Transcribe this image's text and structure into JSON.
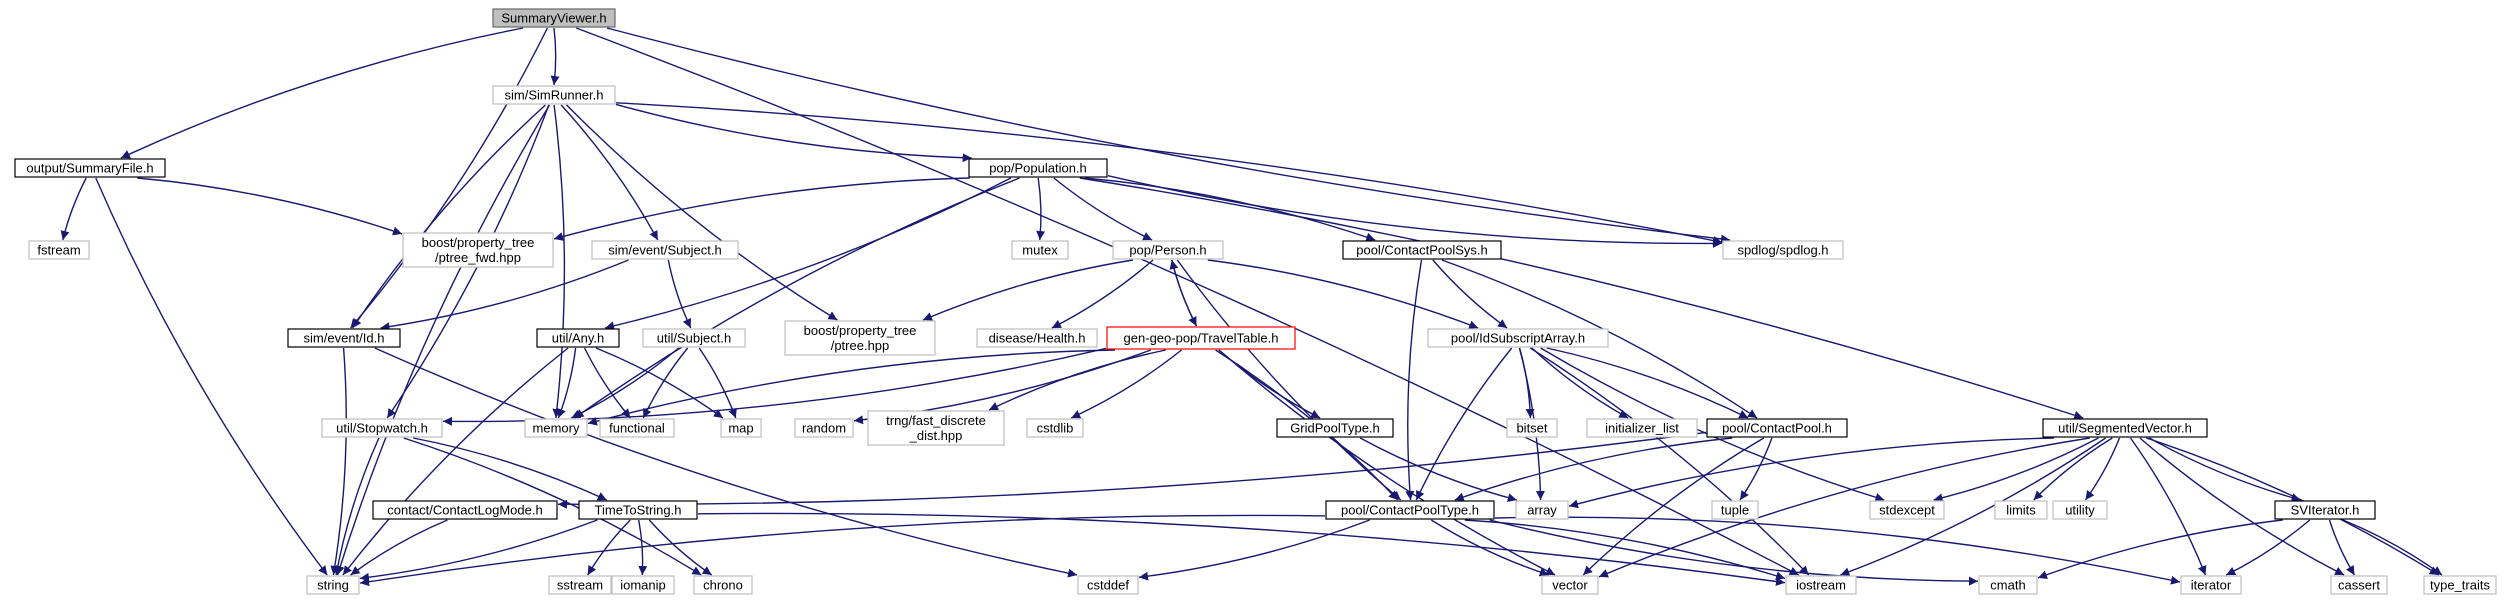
{
  "diagram": {
    "title": "",
    "edge_color": "#191970",
    "colors": {
      "root_fill": "#bfbfbf",
      "documented_border": "#000000",
      "undocumented_border": "#bfbfbf",
      "highlight_border": "#ff0000"
    },
    "nodes": [
      {
        "id": "summary_viewer",
        "label": "SummaryViewer.h",
        "style": "root"
      },
      {
        "id": "sim_runner",
        "label": "sim/SimRunner.h",
        "style": "gray"
      },
      {
        "id": "summary_file",
        "label": "output/SummaryFile.h",
        "style": "black"
      },
      {
        "id": "population",
        "label": "pop/Population.h",
        "style": "black"
      },
      {
        "id": "fstream",
        "label": "fstream",
        "style": "gray"
      },
      {
        "id": "ptree_fwd",
        "label": "boost/property_tree\n/ptree_fwd.hpp",
        "style": "gray"
      },
      {
        "id": "sim_subject",
        "label": "sim/event/Subject.h",
        "style": "gray"
      },
      {
        "id": "mutex",
        "label": "mutex",
        "style": "gray"
      },
      {
        "id": "person",
        "label": "pop/Person.h",
        "style": "gray"
      },
      {
        "id": "cps",
        "label": "pool/ContactPoolSys.h",
        "style": "black"
      },
      {
        "id": "spdlog",
        "label": "spdlog/spdlog.h",
        "style": "gray"
      },
      {
        "id": "sim_id",
        "label": "sim/event/Id.h",
        "style": "black"
      },
      {
        "id": "util_any",
        "label": "util/Any.h",
        "style": "black"
      },
      {
        "id": "util_subject",
        "label": "util/Subject.h",
        "style": "gray"
      },
      {
        "id": "ptree",
        "label": "boost/property_tree\n/ptree.hpp",
        "style": "gray"
      },
      {
        "id": "health",
        "label": "disease/Health.h",
        "style": "gray"
      },
      {
        "id": "travel_table",
        "label": "gen-geo-pop/TravelTable.h",
        "style": "red"
      },
      {
        "id": "idsub",
        "label": "pool/IdSubscriptArray.h",
        "style": "gray"
      },
      {
        "id": "segvec",
        "label": "util/SegmentedVector.h",
        "style": "black"
      },
      {
        "id": "stopwatch",
        "label": "util/Stopwatch.h",
        "style": "gray"
      },
      {
        "id": "memory",
        "label": "memory",
        "style": "gray"
      },
      {
        "id": "functional",
        "label": "functional",
        "style": "gray"
      },
      {
        "id": "map",
        "label": "map",
        "style": "gray"
      },
      {
        "id": "random",
        "label": "random",
        "style": "gray"
      },
      {
        "id": "trng",
        "label": "trng/fast_discrete\n_dist.hpp",
        "style": "gray"
      },
      {
        "id": "cstdlib",
        "label": "cstdlib",
        "style": "gray"
      },
      {
        "id": "gpt",
        "label": "GridPoolType.h",
        "style": "black"
      },
      {
        "id": "bitset",
        "label": "bitset",
        "style": "gray"
      },
      {
        "id": "init_list",
        "label": "initializer_list",
        "style": "gray"
      },
      {
        "id": "contact_pool",
        "label": "pool/ContactPool.h",
        "style": "black"
      },
      {
        "id": "contact_log",
        "label": "contact/ContactLogMode.h",
        "style": "black"
      },
      {
        "id": "tts",
        "label": "TimeToString.h",
        "style": "black"
      },
      {
        "id": "cpt",
        "label": "pool/ContactPoolType.h",
        "style": "black"
      },
      {
        "id": "array",
        "label": "array",
        "style": "gray"
      },
      {
        "id": "tuple",
        "label": "tuple",
        "style": "gray"
      },
      {
        "id": "stdexcept",
        "label": "stdexcept",
        "style": "gray"
      },
      {
        "id": "limits",
        "label": "limits",
        "style": "gray"
      },
      {
        "id": "utility",
        "label": "utility",
        "style": "gray"
      },
      {
        "id": "svit",
        "label": "SVIterator.h",
        "style": "black"
      },
      {
        "id": "string",
        "label": "string",
        "style": "gray"
      },
      {
        "id": "sstream",
        "label": "sstream",
        "style": "gray"
      },
      {
        "id": "iomanip",
        "label": "iomanip",
        "style": "gray"
      },
      {
        "id": "chrono",
        "label": "chrono",
        "style": "gray"
      },
      {
        "id": "cstddef",
        "label": "cstddef",
        "style": "gray"
      },
      {
        "id": "vector",
        "label": "vector",
        "style": "gray"
      },
      {
        "id": "iostream",
        "label": "iostream",
        "style": "gray"
      },
      {
        "id": "cmath",
        "label": "cmath",
        "style": "gray"
      },
      {
        "id": "iterator",
        "label": "iterator",
        "style": "gray"
      },
      {
        "id": "cassert",
        "label": "cassert",
        "style": "gray"
      },
      {
        "id": "type_traits",
        "label": "type_traits",
        "style": "gray"
      }
    ],
    "edges": [
      [
        "summary_viewer",
        "sim_runner"
      ],
      [
        "summary_viewer",
        "summary_file"
      ],
      [
        "summary_viewer",
        "sim_id"
      ],
      [
        "summary_viewer",
        "spdlog"
      ],
      [
        "summary_viewer",
        "iostream"
      ],
      [
        "sim_runner",
        "population"
      ],
      [
        "sim_runner",
        "sim_subject"
      ],
      [
        "sim_runner",
        "sim_id"
      ],
      [
        "sim_runner",
        "memory"
      ],
      [
        "sim_runner",
        "ptree"
      ],
      [
        "sim_runner",
        "stopwatch"
      ],
      [
        "sim_runner",
        "string"
      ],
      [
        "sim_runner",
        "spdlog"
      ],
      [
        "summary_file",
        "fstream"
      ],
      [
        "summary_file",
        "ptree_fwd"
      ],
      [
        "summary_file",
        "string"
      ],
      [
        "population",
        "mutex"
      ],
      [
        "population",
        "person"
      ],
      [
        "population",
        "cps"
      ],
      [
        "population",
        "spdlog"
      ],
      [
        "population",
        "segvec"
      ],
      [
        "population",
        "ptree_fwd"
      ],
      [
        "population",
        "util_any"
      ],
      [
        "population",
        "memory"
      ],
      [
        "sim_subject",
        "sim_id"
      ],
      [
        "sim_subject",
        "util_subject"
      ],
      [
        "sim_id",
        "string"
      ],
      [
        "sim_id",
        "cstddef"
      ],
      [
        "util_any",
        "memory"
      ],
      [
        "util_any",
        "functional"
      ],
      [
        "util_any",
        "map"
      ],
      [
        "util_any",
        "string"
      ],
      [
        "util_subject",
        "memory"
      ],
      [
        "util_subject",
        "functional"
      ],
      [
        "util_subject",
        "map"
      ],
      [
        "person",
        "ptree"
      ],
      [
        "person",
        "health"
      ],
      [
        "person",
        "travel_table"
      ],
      [
        "person",
        "idsub"
      ],
      [
        "person",
        "cpt"
      ],
      [
        "travel_table",
        "person"
      ],
      [
        "travel_table",
        "memory"
      ],
      [
        "travel_table",
        "random"
      ],
      [
        "travel_table",
        "trng"
      ],
      [
        "travel_table",
        "cstdlib"
      ],
      [
        "travel_table",
        "gpt"
      ],
      [
        "travel_table",
        "cpt"
      ],
      [
        "travel_table",
        "vector"
      ],
      [
        "travel_table",
        "stopwatch"
      ],
      [
        "cps",
        "idsub"
      ],
      [
        "cps",
        "contact_pool"
      ],
      [
        "cps",
        "cpt"
      ],
      [
        "idsub",
        "bitset"
      ],
      [
        "idsub",
        "init_list"
      ],
      [
        "idsub",
        "contact_pool"
      ],
      [
        "idsub",
        "cpt"
      ],
      [
        "idsub",
        "array"
      ],
      [
        "idsub",
        "stdexcept"
      ],
      [
        "idsub",
        "iostream"
      ],
      [
        "contact_pool",
        "cpt"
      ],
      [
        "contact_pool",
        "tuple"
      ],
      [
        "contact_pool",
        "vector"
      ],
      [
        "contact_pool",
        "contact_log"
      ],
      [
        "gpt",
        "array"
      ],
      [
        "stopwatch",
        "tts"
      ],
      [
        "stopwatch",
        "string"
      ],
      [
        "stopwatch",
        "chrono"
      ],
      [
        "contact_log",
        "string"
      ],
      [
        "tts",
        "string"
      ],
      [
        "tts",
        "sstream"
      ],
      [
        "tts",
        "iomanip"
      ],
      [
        "tts",
        "chrono"
      ],
      [
        "tts",
        "iostream"
      ],
      [
        "cpt",
        "string"
      ],
      [
        "cpt",
        "cstddef"
      ],
      [
        "cpt",
        "vector"
      ],
      [
        "cpt",
        "iostream"
      ],
      [
        "cpt",
        "cmath"
      ],
      [
        "cpt",
        "iterator"
      ],
      [
        "segvec",
        "array"
      ],
      [
        "segvec",
        "stdexcept"
      ],
      [
        "segvec",
        "limits"
      ],
      [
        "segvec",
        "utility"
      ],
      [
        "segvec",
        "svit"
      ],
      [
        "segvec",
        "iostream"
      ],
      [
        "segvec",
        "vector"
      ],
      [
        "segvec",
        "iterator"
      ],
      [
        "segvec",
        "cassert"
      ],
      [
        "segvec",
        "type_traits"
      ],
      [
        "svit",
        "cmath"
      ],
      [
        "svit",
        "iterator"
      ],
      [
        "svit",
        "cassert"
      ],
      [
        "svit",
        "type_traits"
      ]
    ]
  }
}
